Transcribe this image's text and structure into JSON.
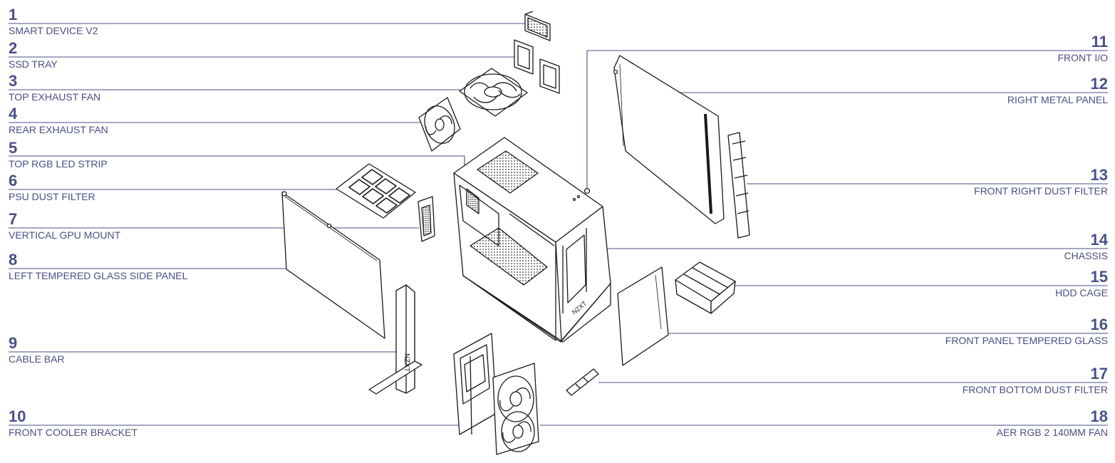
{
  "diagram": {
    "callouts_left": [
      {
        "num": "1",
        "label": "SMART DEVICE V2"
      },
      {
        "num": "2",
        "label": "SSD TRAY"
      },
      {
        "num": "3",
        "label": "TOP EXHAUST FAN"
      },
      {
        "num": "4",
        "label": "REAR EXHAUST FAN"
      },
      {
        "num": "5",
        "label": "TOP RGB LED STRIP"
      },
      {
        "num": "6",
        "label": "PSU DUST FILTER"
      },
      {
        "num": "7",
        "label": "VERTICAL GPU MOUNT"
      },
      {
        "num": "8",
        "label": "LEFT TEMPERED GLASS SIDE PANEL"
      },
      {
        "num": "9",
        "label": "CABLE BAR"
      },
      {
        "num": "10",
        "label": "FRONT COOLER BRACKET"
      }
    ],
    "callouts_right": [
      {
        "num": "11",
        "label": "FRONT I/O"
      },
      {
        "num": "12",
        "label": "RIGHT METAL PANEL"
      },
      {
        "num": "13",
        "label": "FRONT RIGHT DUST FILTER"
      },
      {
        "num": "14",
        "label": "CHASSIS"
      },
      {
        "num": "15",
        "label": "HDD CAGE"
      },
      {
        "num": "16",
        "label": "FRONT PANEL TEMPERED GLASS"
      },
      {
        "num": "17",
        "label": "FRONT BOTTOM DUST FILTER"
      },
      {
        "num": "18",
        "label": "AER RGB 2 140MM FAN"
      }
    ],
    "brand_mark": "NZXT",
    "colors": {
      "leader_line": "#4b4f86",
      "label_text": "#4b4f86",
      "drawing_stroke": "#1a1a1a"
    }
  }
}
